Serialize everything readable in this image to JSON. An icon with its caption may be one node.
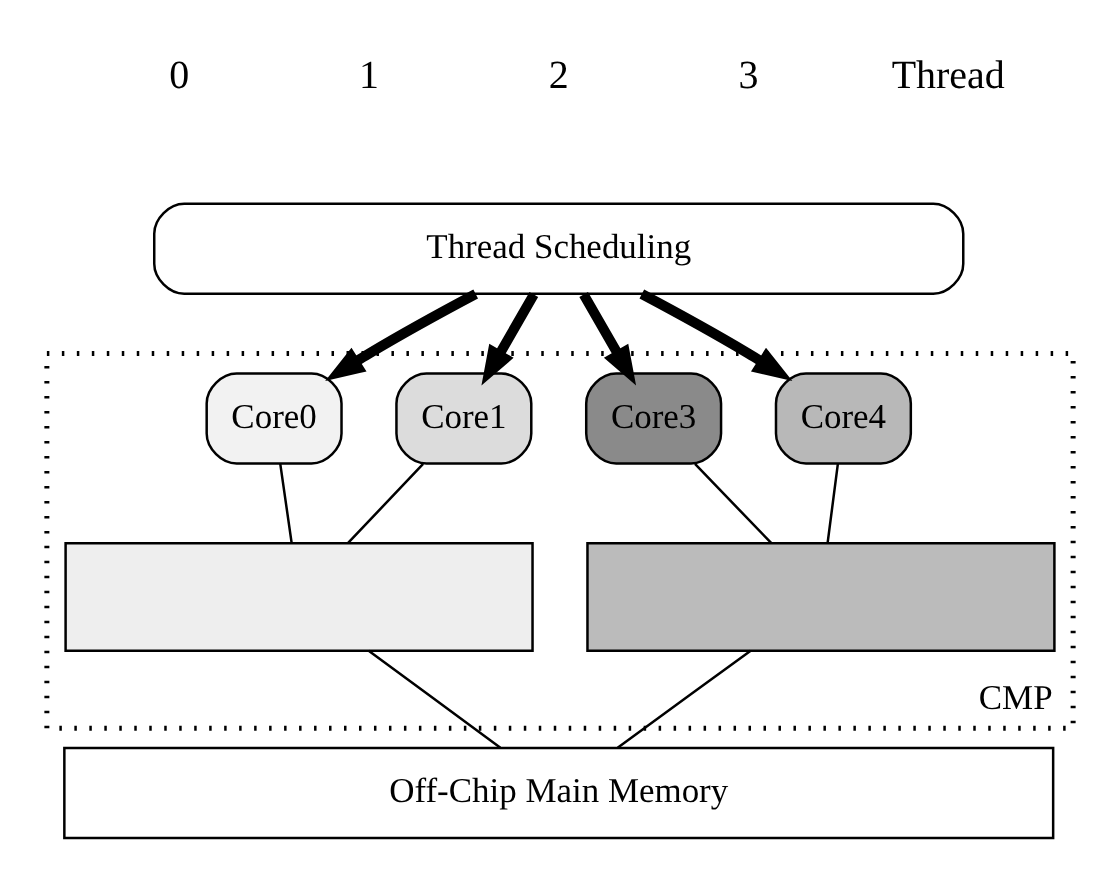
{
  "diagram": {
    "nodes": [
      {
        "text": [
          "Thread Scheduling"
        ]
      },
      {
        "text": [
          "CMP"
        ]
      },
      {
        "text": [
          "Core0"
        ],
        "in": 1
      },
      {
        "text": [
          "Core1"
        ],
        "in": 1
      },
      {
        "text": [
          "Core3"
        ],
        "in": 1
      },
      {
        "text": [
          "Core4"
        ],
        "in": 1
      },
      {
        "text": [],
        "shape": "box",
        "in": 1
      },
      {
        "text": [],
        "shape": "box",
        "in": 1
      },
      {
        "text": [
          "Off-Chip Main Memory"
        ]
      }
    ],
    "edges": [
      {
        "from": 0,
        "to": 2,
        "arrow": "to",
        "style": "thick"
      },
      {
        "from": 0,
        "to": 3,
        "arrow": "to",
        "style": "thick"
      },
      {
        "from": 0,
        "to": 4,
        "arrow": "to",
        "style": "thick"
      },
      {
        "from": 0,
        "to": 5,
        "arrow": "to",
        "style": "thick"
      },
      {
        "from": 2,
        "to": 6,
        "arrow": "none"
      },
      {
        "from": 3,
        "to": 6,
        "arrow": "none"
      },
      {
        "from": 4,
        "to": 7,
        "arrow": "none"
      },
      {
        "from": 5,
        "to": 7,
        "arrow": "none"
      },
      {
        "from": 6,
        "to": 8,
        "arrow": "none"
      },
      {
        "from": 7,
        "to": 8,
        "arrow": "none"
      }
    ],
    "labels": [
      "0",
      "1",
      "2",
      "3",
      "Thread"
    ]
  }
}
